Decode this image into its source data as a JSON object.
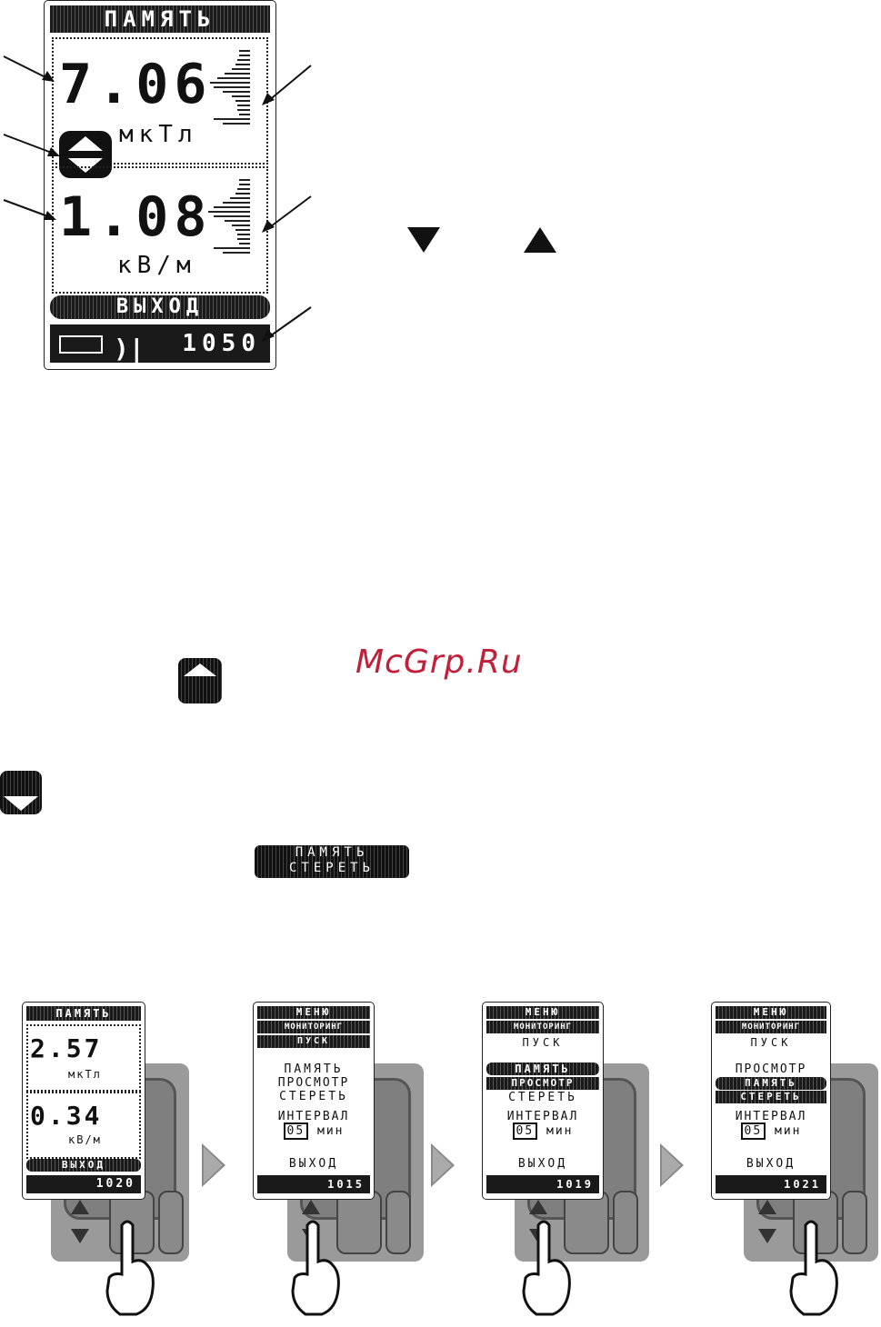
{
  "main_display": {
    "header": "ПАМЯТЬ",
    "value1": "7.06",
    "unit1": "мкТл",
    "value2": "1.08",
    "unit2": "кВ/м",
    "exit": "ВЫХОД",
    "counter": "1050"
  },
  "watermark": "McGrp.Ru",
  "inline_bar": {
    "line1": "ПАМЯТЬ",
    "line2": "СТЕРЕТЬ"
  },
  "steps": [
    {
      "header": "ПАМЯТЬ",
      "value1": "2.57",
      "unit1": "мкТл",
      "value2": "0.34",
      "unit2": "кВ/м",
      "exit": "ВЫХОД",
      "counter": "1020"
    },
    {
      "header": "МЕНЮ",
      "mode": "МОНИТОРИНГ",
      "start": "ПУСК",
      "item1": "ПАМЯТЬ",
      "item2": "ПРОСМОТР",
      "item3": "СТЕРЕТЬ",
      "interval_label": "ИНТЕРВАЛ",
      "interval_value": "05",
      "interval_unit": "мин",
      "exit": "ВЫХОД",
      "counter": "1015"
    },
    {
      "header": "МЕНЮ",
      "mode": "МОНИТОРИНГ",
      "start": "ПУСК",
      "item1": "ПАМЯТЬ",
      "item2": "ПРОСМОТР",
      "item3": "СТЕРЕТЬ",
      "interval_label": "ИНТЕРВАЛ",
      "interval_value": "05",
      "interval_unit": "мин",
      "exit": "ВЫХОД",
      "counter": "1019"
    },
    {
      "header": "МЕНЮ",
      "mode": "МОНИТОРИНГ",
      "start": "ПУСК",
      "item1": "ПРОСМОТР",
      "item2": "ПАМЯТЬ",
      "item3": "СТЕРЕТЬ",
      "interval_label": "ИНТЕРВАЛ",
      "interval_value": "05",
      "interval_unit": "мин",
      "exit": "ВЫХОД",
      "counter": "1021"
    }
  ]
}
